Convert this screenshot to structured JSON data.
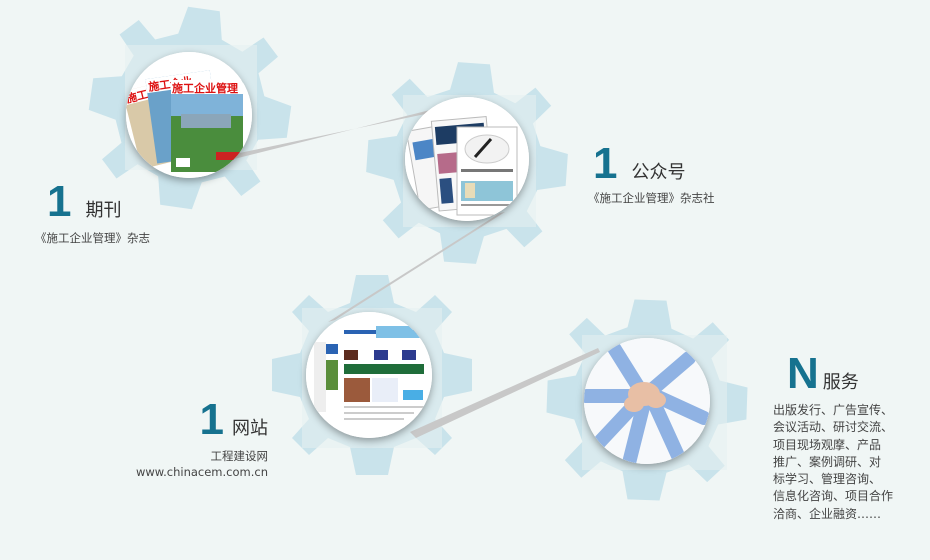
{
  "colors": {
    "background": "#f0f6f5",
    "gear": "#c9e3eb",
    "accent_number": "#16728f",
    "text": "#444444",
    "connector": "#c9c9c9"
  },
  "items": [
    {
      "id": "journal",
      "number": "1",
      "title": "期刊",
      "subtitle": "《施工企业管理》杂志",
      "image_icon": "magazine-covers-image",
      "image_text": "施工企业管理"
    },
    {
      "id": "wechat",
      "number": "1",
      "title": "公众号",
      "subtitle": "《施工企业管理》杂志社",
      "image_icon": "wechat-articles-image"
    },
    {
      "id": "website",
      "number": "1",
      "title": "网站",
      "subtitle_line1": "工程建设网",
      "subtitle_line2": "www.chinacem.com.cn",
      "image_icon": "website-screenshot-image"
    },
    {
      "id": "services",
      "number": "N",
      "title": "服务",
      "lines": [
        "出版发行、广告宣传、",
        "会议活动、研讨交流、",
        "项目现场观摩、产品",
        "推广、案例调研、对",
        "标学习、管理咨询、",
        "信息化咨询、项目合作",
        "洽商、企业融资……"
      ],
      "image_icon": "team-hands-image"
    }
  ]
}
